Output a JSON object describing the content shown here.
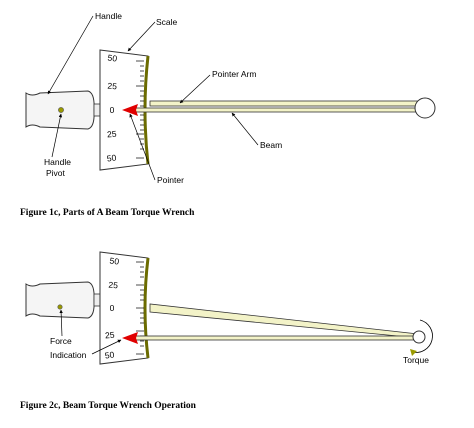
{
  "figure1": {
    "caption": "Figure 1c, Parts of A Beam Torque Wrench",
    "labels": {
      "handle": "Handle",
      "scale": "Scale",
      "pointer_arm": "Pointer Arm",
      "beam": "Beam",
      "handle_pivot_line1": "Handle",
      "handle_pivot_line2": "Pivot",
      "pointer": "Pointer"
    },
    "scale_ticks": [
      "50",
      "25",
      "0",
      "25",
      "50"
    ]
  },
  "figure2": {
    "caption": "Figure 2c, Beam Torque Wrench Operation",
    "labels": {
      "force": "Force",
      "indication": "Indication",
      "torque": "Torque"
    },
    "scale_ticks": [
      "50",
      "25",
      "0",
      "25",
      "50"
    ]
  },
  "colors": {
    "beam": "#f3f3c8",
    "scale_edge": "#6b6b00",
    "pointer": "#e00000",
    "handle": "#f5f5f5",
    "pivot": "#9a9a00"
  }
}
